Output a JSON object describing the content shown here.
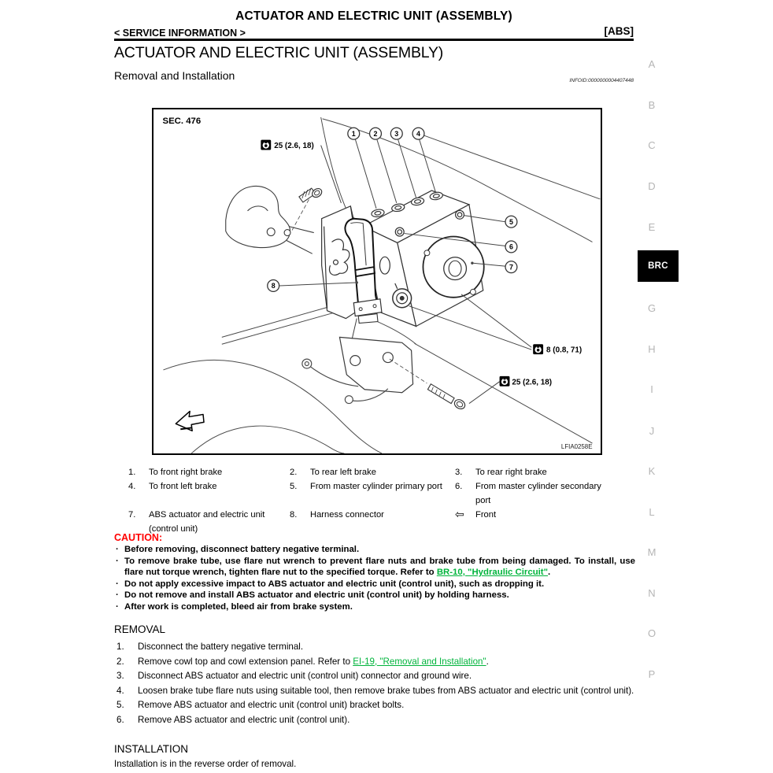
{
  "colors": {
    "link_green": "#00b43c",
    "caution_red": "#ff0000",
    "sidebar_gray": "#b5b5b5",
    "active_tab_bg": "#000000",
    "active_tab_fg": "#ffffff"
  },
  "header": {
    "doc_title": "ACTUATOR AND ELECTRIC UNIT (ASSEMBLY)",
    "service_info": "< SERVICE INFORMATION >",
    "system_badge": "[ABS]"
  },
  "section": {
    "title": "ACTUATOR AND ELECTRIC UNIT (ASSEMBLY)",
    "subsection": "Removal and Installation",
    "infoid": "INFOID:0000000004407448"
  },
  "sidebar": {
    "letters": [
      "A",
      "B",
      "C",
      "D",
      "E",
      "G",
      "H",
      "I",
      "J",
      "K",
      "L",
      "M",
      "N",
      "O",
      "P"
    ],
    "active_tab": "BRC"
  },
  "figure": {
    "sec_label": "SEC. 476",
    "figure_code": "LFIA0258E",
    "torque_top_left": "25 (2.6, 18)",
    "torque_banjo": "8 (0.8, 71)",
    "torque_bottom": "25 (2.6, 18)",
    "callouts": [
      "1",
      "2",
      "3",
      "4",
      "5",
      "6",
      "7",
      "8"
    ]
  },
  "legend": {
    "items": [
      {
        "num": "1.",
        "label": "To front right brake"
      },
      {
        "num": "2.",
        "label": "To rear left brake"
      },
      {
        "num": "3.",
        "label": "To rear right brake"
      },
      {
        "num": "4.",
        "label": "To front left brake"
      },
      {
        "num": "5.",
        "label": "From master cylinder primary port"
      },
      {
        "num": "6.",
        "label": "From master cylinder secondary port"
      },
      {
        "num": "7.",
        "label": "ABS actuator and electric unit (control unit)"
      },
      {
        "num": "8.",
        "label": "Harness connector"
      }
    ],
    "front_label": "Front"
  },
  "caution": {
    "title": "CAUTION:",
    "bullets": [
      {
        "text": "Before removing, disconnect battery negative terminal."
      },
      {
        "pre": "To remove brake tube, use flare nut wrench to prevent flare nuts and brake tube from being damaged. To install, use flare nut torque wrench, tighten flare nut to the specified torque. Refer to ",
        "link": "BR-10, \"Hydraulic Circuit\"",
        "post": "."
      },
      {
        "text": "Do not apply excessive impact to ABS actuator and electric unit (control unit), such as dropping it."
      },
      {
        "text": "Do not remove and install ABS actuator and electric unit (control unit) by holding harness."
      },
      {
        "text": "After work is completed, bleed air from brake system."
      }
    ]
  },
  "removal": {
    "heading": "REMOVAL",
    "steps": [
      {
        "num": "1.",
        "text": "Disconnect the battery negative terminal."
      },
      {
        "num": "2.",
        "pre": "Remove cowl top and cowl extension panel. Refer to ",
        "link": "EI-19, \"Removal and Installation\"",
        "post": "."
      },
      {
        "num": "3.",
        "text": "Disconnect ABS actuator and electric unit (control unit) connector and ground wire."
      },
      {
        "num": "4.",
        "text": "Loosen brake tube flare nuts using suitable tool, then remove brake tubes from ABS actuator and electric unit (control unit)."
      },
      {
        "num": "5.",
        "text": "Remove ABS actuator and electric unit (control unit) bracket bolts."
      },
      {
        "num": "6.",
        "text": "Remove ABS actuator and electric unit (control unit)."
      }
    ]
  },
  "installation": {
    "heading": "INSTALLATION",
    "body": "Installation is in the reverse order of removal."
  }
}
